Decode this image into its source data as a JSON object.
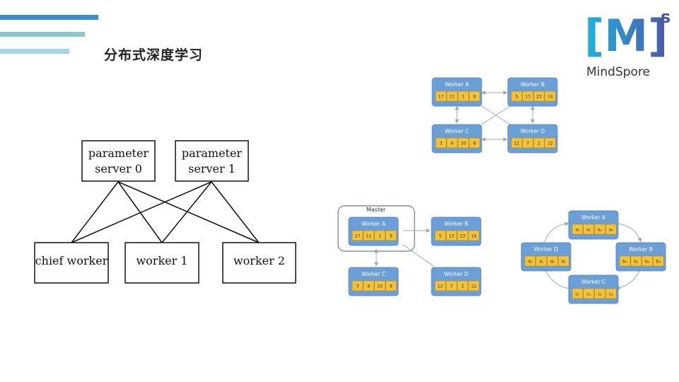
{
  "slide": {
    "title": "分布式深度学习",
    "logo_mark": "[M]",
    "logo_sup": "s",
    "brand": "MindSpore"
  },
  "colors": {
    "accent_blue": "#3b8fc7",
    "worker_blue": "#6b9fd8",
    "cell_yellow": "#f2c239",
    "logo_cyan": "#21b2e0",
    "logo_indigo": "#4e57a8"
  },
  "ps_diagram": {
    "servers": [
      "parameter server 0",
      "parameter server 1"
    ],
    "workers": [
      "chief worker",
      "worker 1",
      "worker 2"
    ]
  },
  "allreduce_mesh": {
    "nodes": [
      {
        "label": "Worker A",
        "cells": [
          "17",
          "11",
          "1",
          "9"
        ]
      },
      {
        "label": "Worker B",
        "cells": [
          "5",
          "13",
          "23",
          "14"
        ]
      },
      {
        "label": "Worker C",
        "cells": [
          "3",
          "6",
          "10",
          "8"
        ]
      },
      {
        "label": "Worker D",
        "cells": [
          "12",
          "7",
          "2",
          "12"
        ]
      }
    ]
  },
  "master_diagram": {
    "master_label": "Master",
    "nodes": [
      {
        "label": "Worker A",
        "cells": [
          "17",
          "11",
          "1",
          "9"
        ]
      },
      {
        "label": "Worker B",
        "cells": [
          "5",
          "13",
          "23",
          "14"
        ]
      },
      {
        "label": "Worker C",
        "cells": [
          "3",
          "6",
          "10",
          "8"
        ]
      },
      {
        "label": "Worker D",
        "cells": [
          "12",
          "7",
          "2",
          "12"
        ]
      }
    ]
  },
  "ring_diagram": {
    "nodes": [
      {
        "label": "Worker A",
        "cells": [
          "a₀",
          "a₁",
          "a₂",
          "a₃"
        ]
      },
      {
        "label": "Worker B",
        "cells": [
          "b₀",
          "b₁",
          "b₂",
          "b₃"
        ]
      },
      {
        "label": "Worker C",
        "cells": [
          "c₀",
          "c₁",
          "c₂",
          "c₃"
        ]
      },
      {
        "label": "Worker D",
        "cells": [
          "d₀",
          "d₁",
          "d₂",
          "d₃"
        ]
      }
    ]
  }
}
